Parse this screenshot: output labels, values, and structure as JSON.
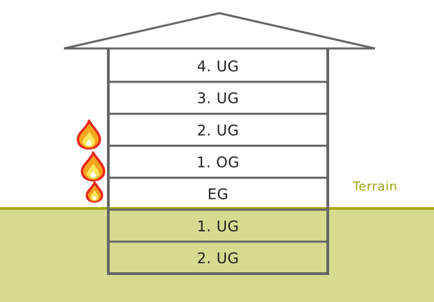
{
  "colors": {
    "ground_fill": "#d6db90",
    "ground_line": "#a8ad1a",
    "terrain_text": "#9ca11a",
    "outline": "#666666",
    "flame_outer": "#e8281c",
    "flame_mid": "#f7a51e",
    "flame_inner": "#fbe55a"
  },
  "terrain": {
    "label": "Terrain"
  },
  "floors": [
    {
      "label": "4. UG"
    },
    {
      "label": "3. UG"
    },
    {
      "label": "2. UG"
    },
    {
      "label": "1. OG"
    },
    {
      "label": "EG"
    },
    {
      "label": "1. UG"
    },
    {
      "label": "2. UG"
    }
  ],
  "icons": [
    "flame-icon",
    "flame-icon",
    "flame-icon"
  ]
}
